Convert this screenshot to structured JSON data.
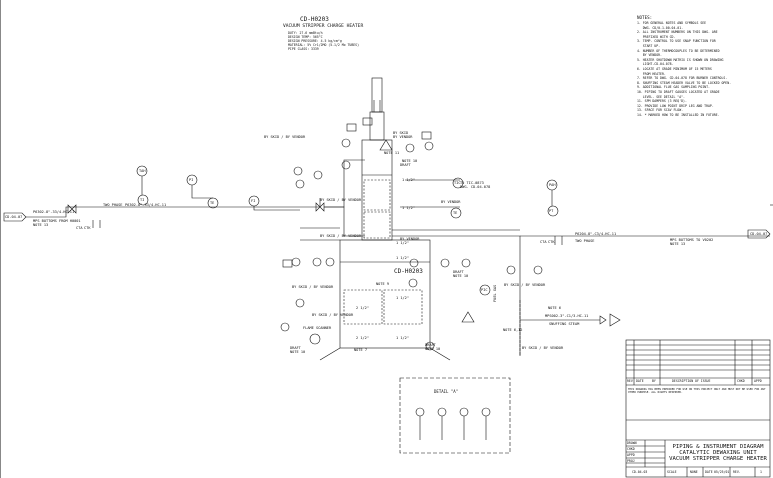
{
  "header": {
    "tag": "CD-H0203",
    "title": "VACUUM STRIPPER CHARGE HEATER",
    "specs": [
      "DUTY: 27.6 mmBtu/h",
      "DESIGN TEMP: 565°C",
      "DESIGN PRESSURE: 4.5 kg/cm²g",
      "MATERIAL: 5% Cr1/2MO (5-1/2 Mo TUBES)",
      "PIPE CLASS: 3339"
    ]
  },
  "notes_heading": "NOTES:",
  "notes": [
    "1. FOR GENERAL NOTES AND SYMBOLS SEE",
    "   DWG. CD/0-1-00-04-01.",
    "2. ALL INSTRUMENT NUMBERS ON THIS DWG. ARE",
    "   PREFIXED WITH CD.",
    "3. TEMP. CONTROL TO USE SNAP FUNCTION FOR",
    "   START UP.",
    "4. NUMBER OF THERMOCOUPLES TO BE DETERMINED",
    "   BY VENDOR.",
    "5. HEATER SHUTDOWN MATRIX IS SHOWN ON DRAWING",
    "   LIGHT-CD-04-078.",
    "6. LOCATE AT GRADE MINIMUM OF 15 METERS",
    "   FROM HEATER.",
    "7. REFER TO DWG. CD-04-078 FOR BURNER CONTROLS.",
    "8. SNUFFING STEAM HEADER VALVE TO BE LOCKED OPEN.",
    "9. ADDITIONAL FLUE GAS SAMPLING POINT.",
    "10. PIPING TO DRAFT GAUGES LOCATED AT GRADE",
    "   LEVEL. SEE DETAIL \"A\".",
    "11. SPM DAMPERS (3 REQ'D).",
    "12. PROVIDE LOW POINT DRIP LEG AND TRAP.",
    "13. SPACE FOR SCAV FLOW.",
    "14. * MARKED HOW TO BE INSTALLED IN FUTURE."
  ],
  "lines": {
    "inlet_from": "CD-04-07",
    "inlet_line": "P6302-8\"-33/4-HC-11",
    "inlet_note": "MPS BOTTOMS FROM H0001",
    "inlet_note2": "NOTE 13",
    "two_phase_a": "TWO PHASE",
    "two_phase_b": "TWO PHASE",
    "after_valve_line": "P6302-8\"-33/4-HC-11",
    "outlet_line": "P6204-8\"-C3/4-HC-11",
    "outlet_note": "MPS BOTTOMS TO V0202",
    "outlet_note2": "NOTE 13",
    "outlet_to": "CD-04-07",
    "snuff_line": "MPS002-3\"-C1/3-HC-11",
    "snuff_label": "SNUFFING STEAM",
    "fuel_gas_label": "FUEL GAS",
    "cta": "CTA",
    "ctk": "CTK",
    "cta2": "CTA",
    "ctk2": "CTK"
  },
  "labels": {
    "heater_tag": "CD-H0203",
    "detail": "DETAIL \"A\"",
    "by_skid_vendor": "BY SKID / BY VENDOR",
    "by_vendor": "BY VENDOR",
    "by_skid": "BY SKID",
    "note": "NOTE",
    "draft": "DRAFT",
    "note10": "NOTE 10",
    "note11": "NOTE 11",
    "note9": "NOTE 9",
    "note7": "NOTE 7",
    "note6": "NOTE 6",
    "note612": "NOTE 6,12",
    "flame_scanner": "FLAME SCANNER",
    "pipe_1_half": "1 1/2\"",
    "pipe_2_half": "2 1/2\"",
    "to_tic": "TO TIC-0873",
    "dwg_ref": "DWG. CD-04-078",
    "instr": [
      "TIC",
      "TI",
      "PI",
      "PIC",
      "TE",
      "TT",
      "FI",
      "PT",
      "AT",
      "TIA",
      "PAH",
      "PAL",
      "TAL",
      "TAH",
      "FV",
      "TV",
      "HS",
      "I"
    ]
  },
  "titleblock": {
    "rev_cols": [
      "REV",
      "DATE",
      "BY",
      "DESCRIPTION OF ISSUE",
      "CHKD",
      "APPD"
    ],
    "notice": "THIS DRAWING HAS BEEN PREPARED FOR USE ON THIS PROJECT ONLY AND MUST NOT BE USED FOR ANY OTHER PURPOSE. ALL RIGHTS RESERVED.",
    "title_lines": [
      "PIPING & INSTRUMENT DIAGRAM",
      "CATALYTIC DEWAXING UNIT",
      "VACUUM STRIPPER CHARGE HEATER"
    ],
    "drawn": "DRAWN",
    "checked": "CHKD",
    "approved": "APPD",
    "proj": "PROJ",
    "scale_lbl": "SCALE",
    "scale": "NONE",
    "date_lbl": "DATE",
    "date": "05/25/01",
    "dwg_no": "CD-04-03",
    "rev_lbl": "REV.",
    "rev": "1"
  }
}
